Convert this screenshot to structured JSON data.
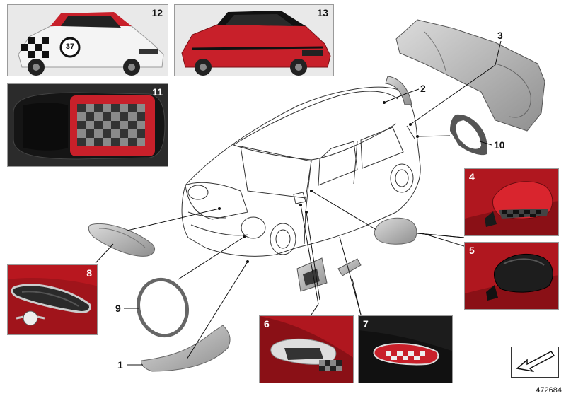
{
  "photos": [
    {
      "num": "12",
      "text_color": "#111111",
      "num_side": "right"
    },
    {
      "num": "13",
      "text_color": "#111111",
      "num_side": "right"
    },
    {
      "num": "11",
      "text_color": "#ffffff",
      "num_side": "right"
    },
    {
      "num": "4",
      "text_color": "#ffffff",
      "num_side": "left"
    },
    {
      "num": "5",
      "text_color": "#ffffff",
      "num_side": "left"
    },
    {
      "num": "8",
      "text_color": "#ffffff",
      "num_side": "right"
    },
    {
      "num": "6",
      "text_color": "#ffffff",
      "num_side": "left"
    },
    {
      "num": "7",
      "text_color": "#ffffff",
      "num_side": "left"
    }
  ],
  "photo12_badge": "37",
  "callouts": {
    "c1": "1",
    "c2": "2",
    "c3": "3",
    "c9": "9",
    "c10": "10"
  },
  "reference_number": "472684",
  "colors": {
    "red": "#c8202a",
    "grey_part": "#b8b8b8",
    "dark": "#1a1a1a"
  }
}
